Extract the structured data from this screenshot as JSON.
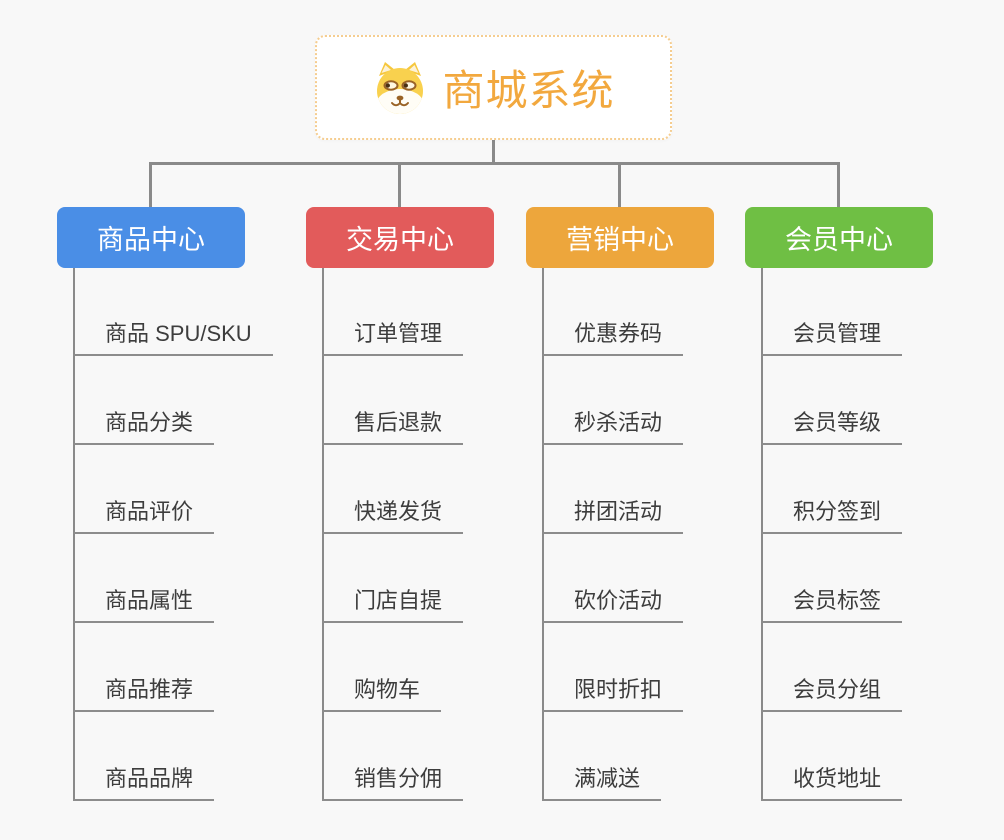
{
  "root": {
    "label": "商城系统",
    "icon": "shiba-dog-icon",
    "accent_color": "#f2a83e",
    "border_color": "#f5cd90"
  },
  "connector_color": "#8a8a8a",
  "underline_color": "#8c8c8c",
  "branches": [
    {
      "id": "product-center",
      "label": "商品中心",
      "color": "#4a8ee6",
      "items": [
        "商品 SPU/SKU",
        "商品分类",
        "商品评价",
        "商品属性",
        "商品推荐",
        "商品品牌"
      ]
    },
    {
      "id": "trade-center",
      "label": "交易中心",
      "color": "#e25b5b",
      "items": [
        "订单管理",
        "售后退款",
        "快递发货",
        "门店自提",
        "购物车",
        "销售分佣"
      ]
    },
    {
      "id": "marketing-center",
      "label": "营销中心",
      "color": "#eda63c",
      "items": [
        "优惠券码",
        "秒杀活动",
        "拼团活动",
        "砍价活动",
        "限时折扣",
        "满减送"
      ]
    },
    {
      "id": "member-center",
      "label": "会员中心",
      "color": "#6fbf44",
      "items": [
        "会员管理",
        "会员等级",
        "积分签到",
        "会员标签",
        "会员分组",
        "收货地址"
      ]
    }
  ]
}
